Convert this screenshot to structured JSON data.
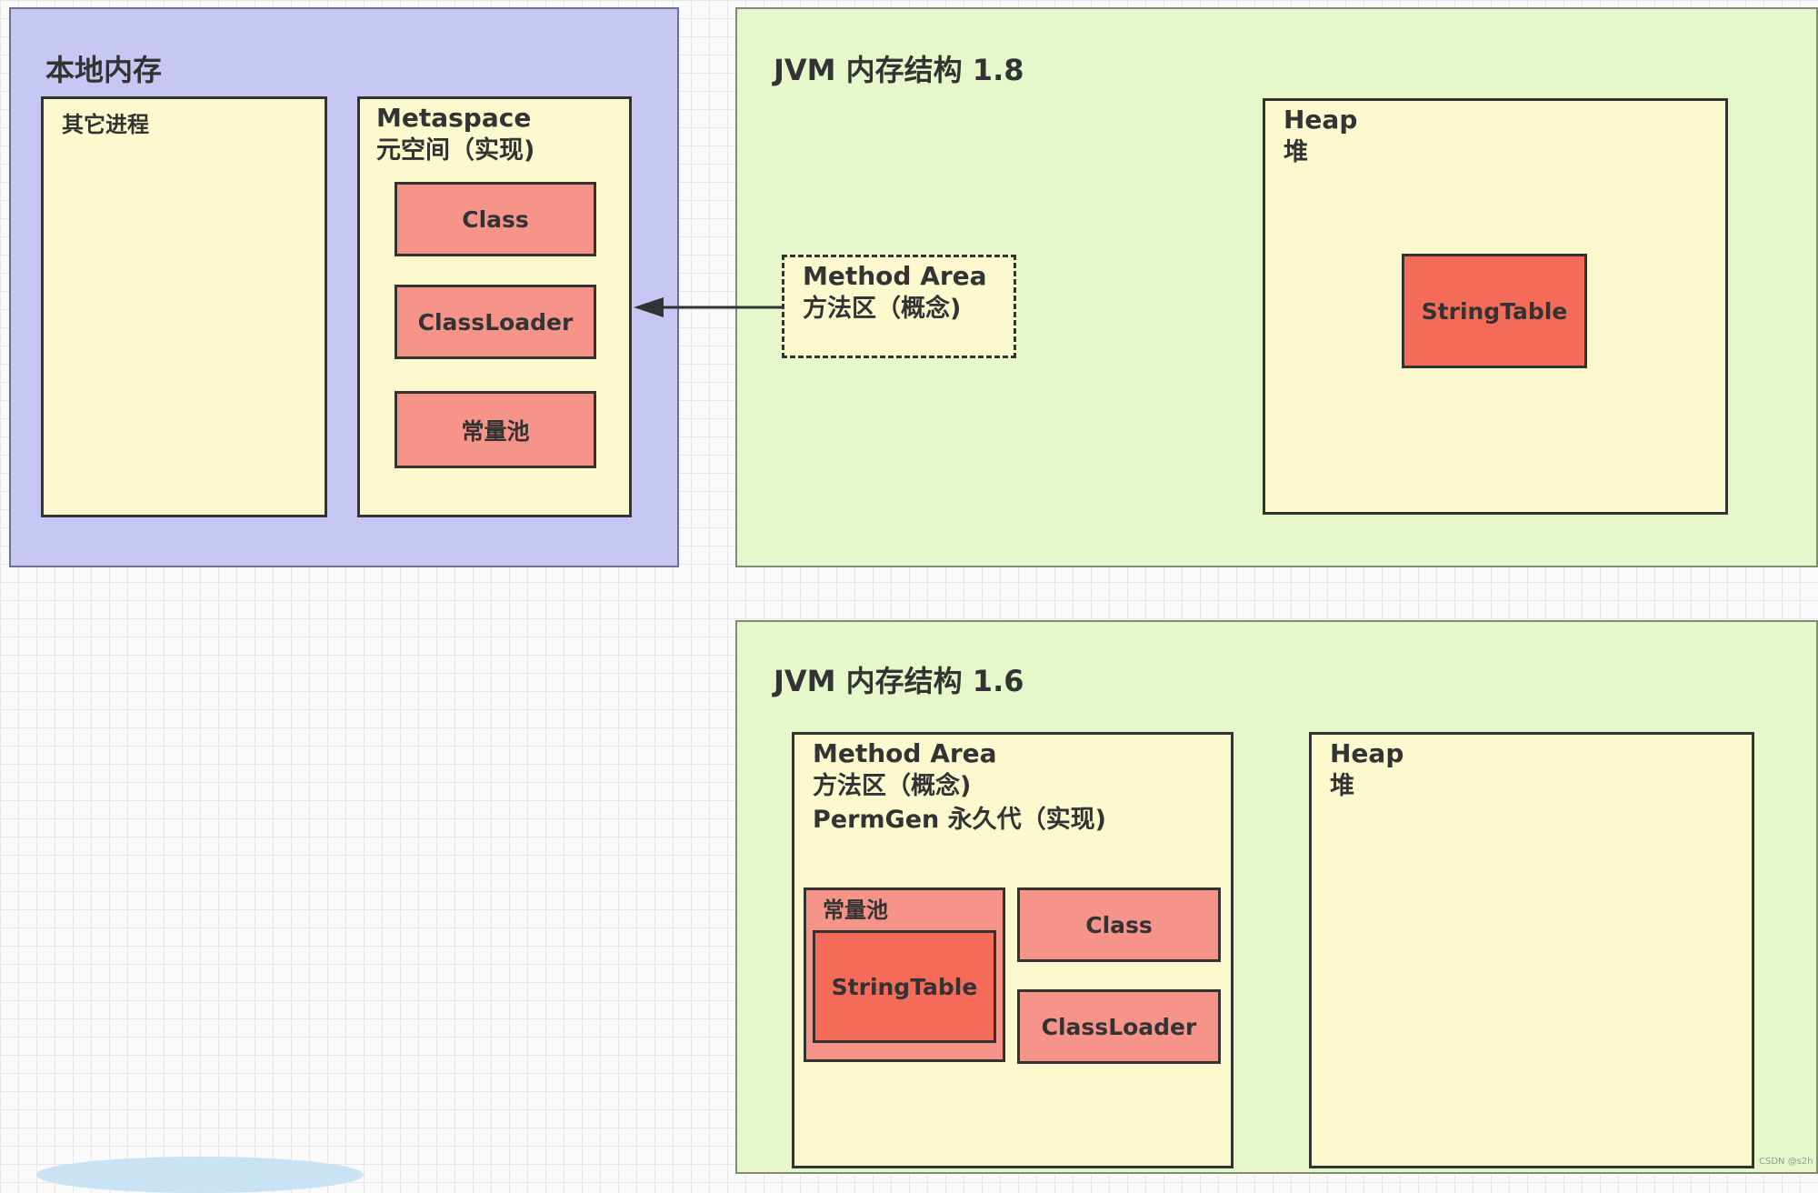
{
  "native_memory": {
    "title": "本地内存",
    "other_processes": "其它进程",
    "metaspace": {
      "title": "Metaspace",
      "subtitle": "元空间（实现)",
      "items": [
        "Class",
        "ClassLoader",
        "常量池"
      ]
    }
  },
  "jvm18": {
    "title": "JVM 内存结构 1.8",
    "method_area": {
      "title": "Method Area",
      "subtitle": "方法区（概念)"
    },
    "heap": {
      "title": "Heap",
      "subtitle": "堆",
      "item": "StringTable"
    }
  },
  "jvm16": {
    "title": "JVM 内存结构 1.6",
    "method_area": {
      "title": "Method Area",
      "subtitle": "方法区（概念)",
      "permgen": "PermGen 永久代（实现)",
      "constant_pool": "常量池",
      "string_table": "StringTable",
      "class": "Class",
      "classloader": "ClassLoader"
    },
    "heap": {
      "title": "Heap",
      "subtitle": "堆"
    }
  },
  "watermark": "CSDN @s2h",
  "colors": {
    "native_memory_bg": "#c6c8f3",
    "jvm_bg": "#e6f7cc",
    "box_bg": "#fcf9cf",
    "pink": "#f7948a",
    "red": "#f56b5a"
  }
}
